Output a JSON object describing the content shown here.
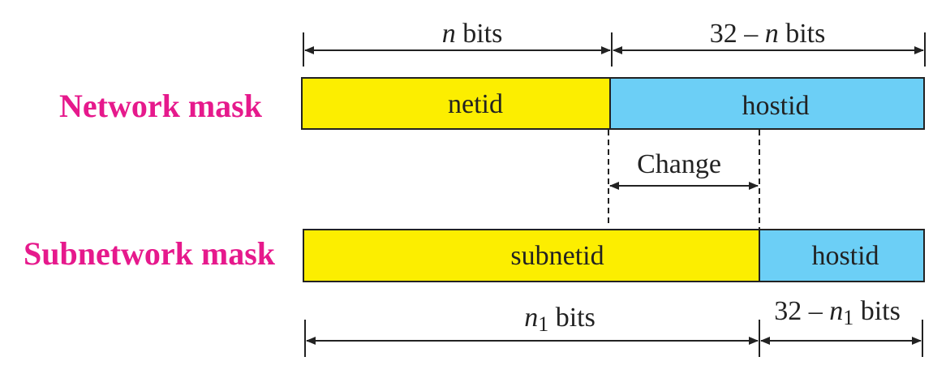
{
  "rows": {
    "network": {
      "label": "Network mask",
      "left_field": "netid",
      "right_field": "hostid",
      "left_width_label": {
        "var": "n",
        "sub": "",
        "suffix": " bits"
      },
      "right_width_label": {
        "prefix": "32 – ",
        "var": "n",
        "sub": "",
        "suffix": " bits"
      }
    },
    "subnetwork": {
      "label": "Subnetwork mask",
      "left_field": "subnetid",
      "right_field": "hostid",
      "left_width_label": {
        "var": "n",
        "sub": "1",
        "suffix": " bits"
      },
      "right_width_label": {
        "prefix": "32 – ",
        "var": "n",
        "sub": "1",
        "suffix": " bits"
      }
    }
  },
  "change_label": "Change",
  "colors": {
    "label": "#e6198c",
    "field_yellow": "#fcee00",
    "field_blue": "#6ccff6",
    "outline": "#222222"
  }
}
